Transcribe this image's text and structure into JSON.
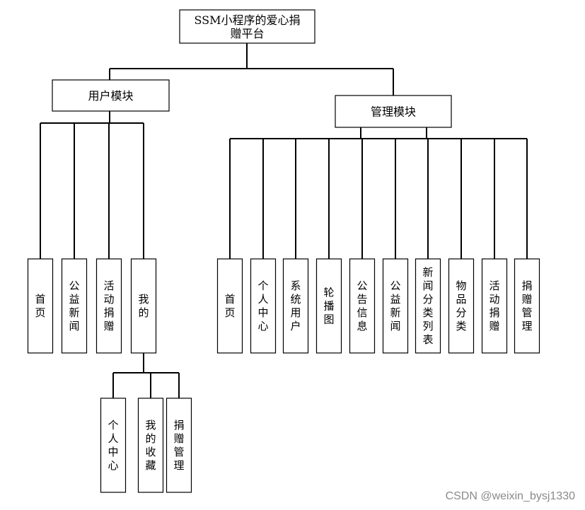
{
  "root": {
    "title": "SSM小程序的爱心捐赠平台"
  },
  "user_module": {
    "title": "用户模块",
    "items": [
      "首页",
      "公益新闻",
      "活动捐赠",
      "我的"
    ],
    "my_items": [
      "个人中心",
      "我的收藏",
      "捐赠管理"
    ]
  },
  "admin_module": {
    "title": "管理模块",
    "items": [
      "首页",
      "个人中心",
      "系统用户",
      "轮播图",
      "公告信息",
      "公益新闻",
      "新闻分类列表",
      "物品分类",
      "活动捐赠",
      "捐赠管理"
    ]
  },
  "watermark": "CSDN @weixin_bysj1330"
}
